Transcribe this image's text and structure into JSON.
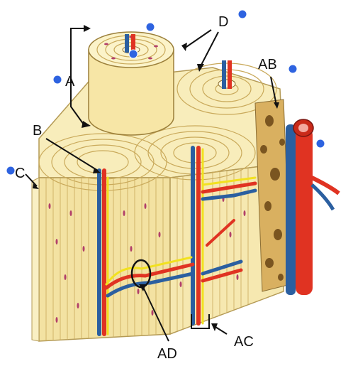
{
  "diagram": {
    "labels": {
      "A": "A",
      "B": "B",
      "C": "C",
      "D": "D",
      "AB": "AB",
      "AC": "AC",
      "AD": "AD"
    },
    "marker_count": 7,
    "colors": {
      "bone_light": "#fbf3c9",
      "bone_mid": "#f3e3a0",
      "bone_line": "#c9a95a",
      "lamella_spot": "#b2406a",
      "artery": "#e03322",
      "vein": "#2b5fa0",
      "nerve": "#f2e11f",
      "spongy": "#c08a3a",
      "marker": "#2e63e0",
      "label_text": "#111111"
    }
  }
}
